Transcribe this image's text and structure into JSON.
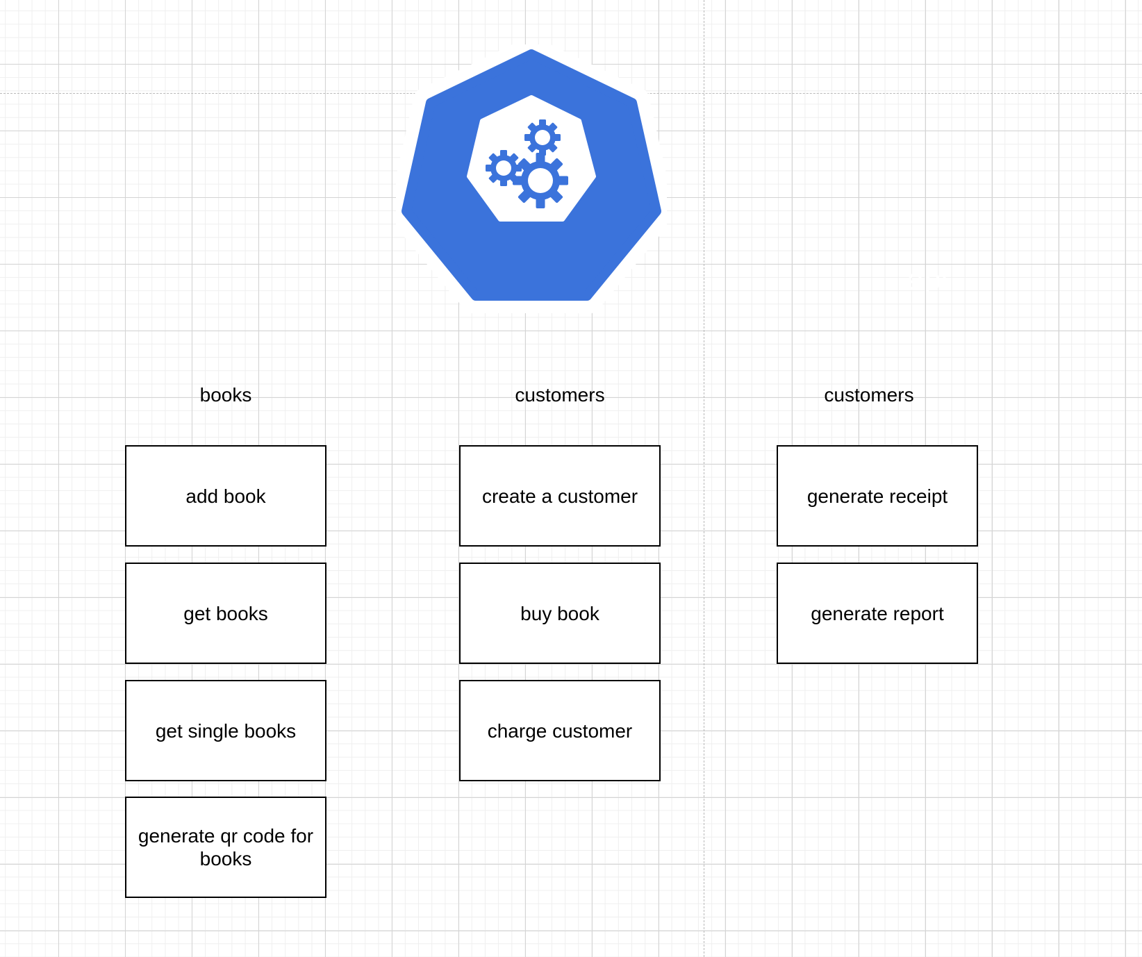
{
  "logo": {
    "label": "api",
    "icon": "gears-icon",
    "color": "#3b73db"
  },
  "columns": [
    {
      "header": "books",
      "items": [
        "add book",
        "get books",
        "get single books",
        "generate qr code for books"
      ]
    },
    {
      "header": "customers",
      "items": [
        "create a customer",
        "buy book",
        "charge customer"
      ]
    },
    {
      "header": "customers",
      "items": [
        "generate receipt",
        "generate report"
      ]
    }
  ]
}
